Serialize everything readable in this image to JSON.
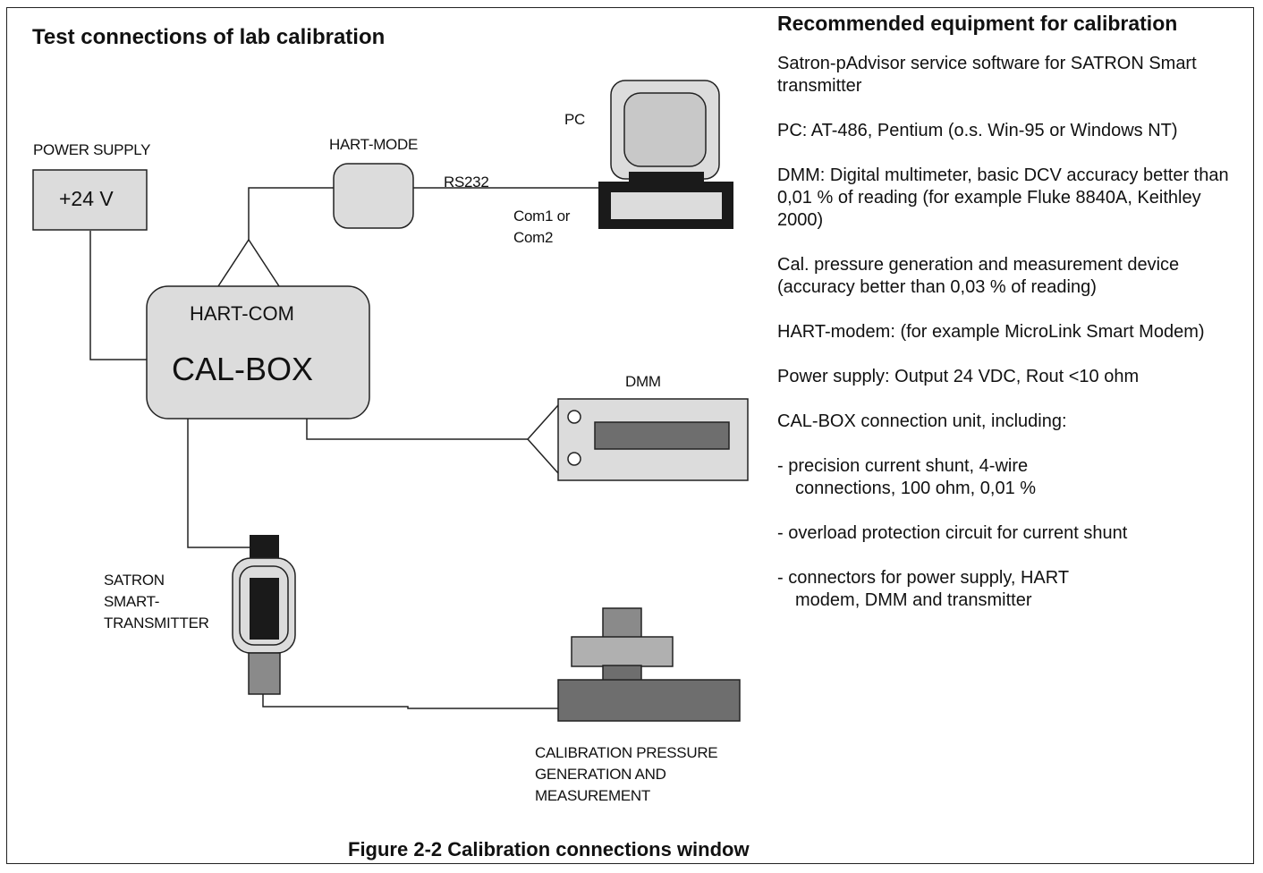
{
  "diagram": {
    "title": "Test connections of lab calibration",
    "nodes": {
      "power_supply": {
        "label": "POWER SUPPLY",
        "value": "+24 V"
      },
      "hart_modem": {
        "label": "HART-MODE"
      },
      "pc": {
        "label": "PC"
      },
      "cal_box": {
        "label_top": "HART-COM",
        "label_main": "CAL-BOX"
      },
      "dmm": {
        "label": "DMM"
      },
      "transmitter": {
        "label_line1": "SATRON",
        "label_line2": "SMART-",
        "label_line3": "TRANSMITTER"
      },
      "pressure": {
        "label_line1": "CALIBRATION PRESSURE",
        "label_line2": "GENERATION AND",
        "label_line3": "MEASUREMENT"
      }
    },
    "links": {
      "rs232": "RS232",
      "com_line1": "Com1 or",
      "com_line2": "Com2"
    }
  },
  "equipment": {
    "heading": "Recommended equipment for calibration",
    "items": [
      "Satron-pAdvisor service software  for SATRON Smart transmitter",
      "PC: AT-486, Pentium (o.s. Win-95 or Windows NT)",
      "DMM: Digital multimeter, basic  DCV accuracy better than 0,01 % of reading (for example Fluke 8840A, Keithley 2000)",
      "Cal. pressure generation and measurement device (accuracy better than 0,03 % of reading)",
      "HART-modem: (for example  MicroLink Smart Modem)",
      "Power supply:  Output 24 VDC, Rout <10 ohm",
      "CAL-BOX connection unit, including:"
    ],
    "subitems": [
      {
        "line1": "- precision current shunt, 4-wire",
        "line2": "connections,  100 ohm, 0,01 %"
      },
      {
        "line1": "- overload protection circuit for current shunt",
        "line2": ""
      },
      {
        "line1": "- connectors for power supply, HART",
        "line2": "modem,  DMM and transmitter"
      }
    ]
  },
  "caption": "Figure 2-2   Calibration connections window",
  "colors": {
    "box_fill": "#dcdcdc",
    "dark_fill": "#6e6e6e",
    "black_fill": "#1a1a1a",
    "line": "#222222"
  }
}
